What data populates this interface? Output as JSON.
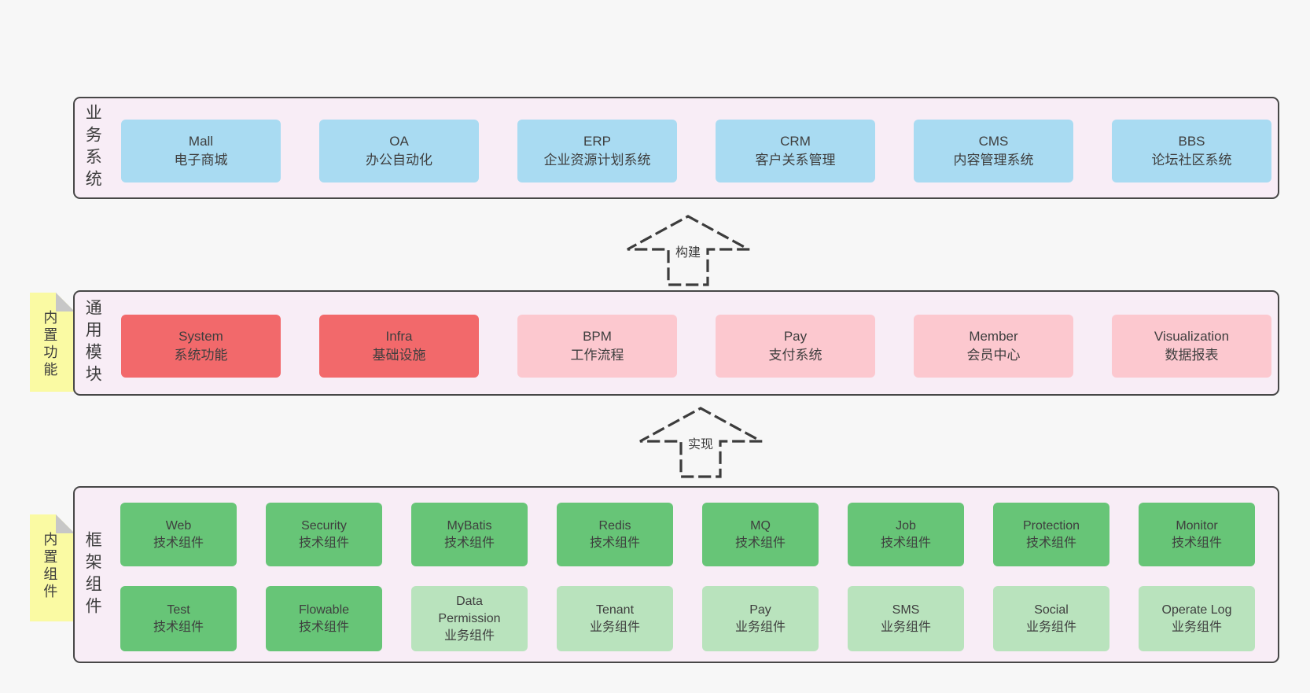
{
  "colors": {
    "page_bg": "#f7f7f7",
    "container_bg": "#f8edf6",
    "container_border": "#474747",
    "blue": "#a9dbf2",
    "red": "#f2696b",
    "pink": "#fcc8cf",
    "green": "#67c577",
    "lightgreen": "#b9e3bd",
    "yellow_tab": "#fafaa3",
    "fold_gray": "#c7c7c7",
    "text": "#3d3d3d"
  },
  "arrows": [
    {
      "label": "构建"
    },
    {
      "label": "实现"
    }
  ],
  "sections": [
    {
      "label": "业务系统",
      "side_tab": null,
      "rows": [
        [
          {
            "id": "mall",
            "color": "blue",
            "lines": [
              "Mall",
              "电子商城"
            ]
          },
          {
            "id": "oa",
            "color": "blue",
            "lines": [
              "OA",
              "办公自动化"
            ]
          },
          {
            "id": "erp",
            "color": "blue",
            "lines": [
              "ERP",
              "企业资源计划系统"
            ]
          },
          {
            "id": "crm",
            "color": "blue",
            "lines": [
              "CRM",
              "客户关系管理"
            ]
          },
          {
            "id": "cms",
            "color": "blue",
            "lines": [
              "CMS",
              "内容管理系统"
            ]
          },
          {
            "id": "bbs",
            "color": "blue",
            "lines": [
              "BBS",
              "论坛社区系统"
            ]
          }
        ]
      ]
    },
    {
      "label": "通用模块",
      "side_tab": "内置功能",
      "rows": [
        [
          {
            "id": "system",
            "color": "red",
            "lines": [
              "System",
              "系统功能"
            ]
          },
          {
            "id": "infra",
            "color": "red",
            "lines": [
              "Infra",
              "基础设施"
            ]
          },
          {
            "id": "bpm",
            "color": "pink",
            "lines": [
              "BPM",
              "工作流程"
            ]
          },
          {
            "id": "pay",
            "color": "pink",
            "lines": [
              "Pay",
              "支付系统"
            ]
          },
          {
            "id": "member",
            "color": "pink",
            "lines": [
              "Member",
              "会员中心"
            ]
          },
          {
            "id": "visualization",
            "color": "pink",
            "lines": [
              "Visualization",
              "数据报表"
            ]
          }
        ]
      ]
    },
    {
      "label": "框架组件",
      "side_tab": "内置组件",
      "rows": [
        [
          {
            "id": "web",
            "color": "green",
            "lines": [
              "Web",
              "技术组件"
            ]
          },
          {
            "id": "security",
            "color": "green",
            "lines": [
              "Security",
              "技术组件"
            ]
          },
          {
            "id": "mybatis",
            "color": "green",
            "lines": [
              "MyBatis",
              "技术组件"
            ]
          },
          {
            "id": "redis",
            "color": "green",
            "lines": [
              "Redis",
              "技术组件"
            ]
          },
          {
            "id": "mq",
            "color": "green",
            "lines": [
              "MQ",
              "技术组件"
            ]
          },
          {
            "id": "job",
            "color": "green",
            "lines": [
              "Job",
              "技术组件"
            ]
          },
          {
            "id": "protection",
            "color": "green",
            "lines": [
              "Protection",
              "技术组件"
            ]
          },
          {
            "id": "monitor",
            "color": "green",
            "lines": [
              "Monitor",
              "技术组件"
            ]
          }
        ],
        [
          {
            "id": "test",
            "color": "green",
            "lines": [
              "Test",
              "技术组件"
            ]
          },
          {
            "id": "flowable",
            "color": "green",
            "lines": [
              "Flowable",
              "技术组件"
            ]
          },
          {
            "id": "data-permission",
            "color": "lightgreen",
            "lines": [
              "Data",
              "Permission",
              "业务组件"
            ]
          },
          {
            "id": "tenant",
            "color": "lightgreen",
            "lines": [
              "Tenant",
              "业务组件"
            ]
          },
          {
            "id": "pay-component",
            "color": "lightgreen",
            "lines": [
              "Pay",
              "业务组件"
            ]
          },
          {
            "id": "sms",
            "color": "lightgreen",
            "lines": [
              "SMS",
              "业务组件"
            ]
          },
          {
            "id": "social",
            "color": "lightgreen",
            "lines": [
              "Social",
              "业务组件"
            ]
          },
          {
            "id": "operate-log",
            "color": "lightgreen",
            "lines": [
              "Operate Log",
              "业务组件"
            ]
          }
        ]
      ]
    }
  ]
}
